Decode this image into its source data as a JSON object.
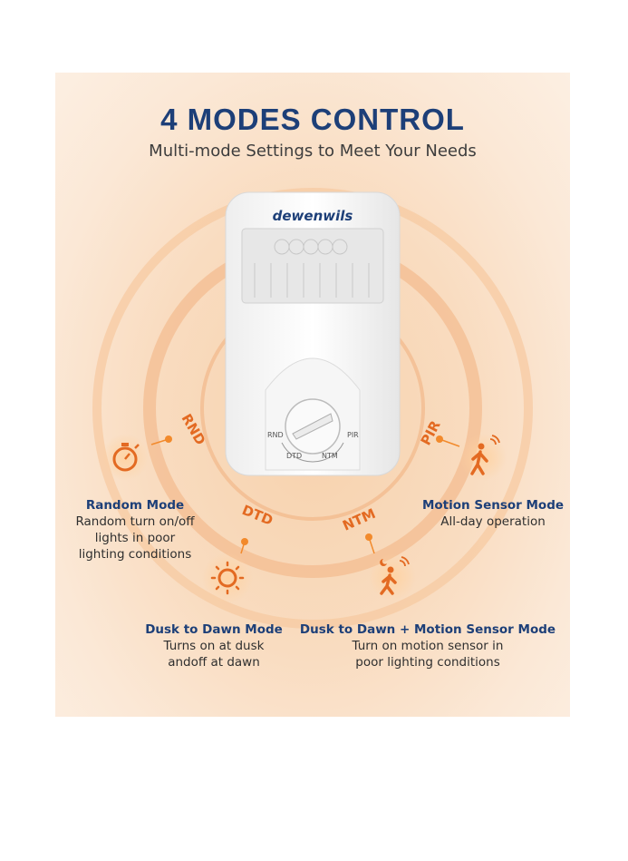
{
  "header": {
    "title": "4 MODES CONTROL",
    "subtitle": "Multi-mode Settings to Meet Your Needs"
  },
  "device": {
    "brand": "dewenwils",
    "dial_labels": {
      "rnd": "RND",
      "pir": "PIR",
      "dtd": "DTD",
      "ntm": "NTM"
    }
  },
  "tags": {
    "rnd": "RND",
    "dtd": "DTD",
    "ntm": "NTM",
    "pir": "PIR"
  },
  "modes": {
    "random": {
      "name": "Random Mode",
      "desc": "Random turn on/off\nlights in poor\nlighting conditions",
      "icon": "stopwatch-icon"
    },
    "motion": {
      "name": "Motion Sensor Mode",
      "desc": "All-day operation",
      "icon": "walking-person-motion-icon"
    },
    "dusk_dawn": {
      "name": "Dusk to Dawn Mode",
      "desc": "Turns on at dusk\nandoff at dawn",
      "icon": "sun-moon-icon"
    },
    "dusk_dawn_motion": {
      "name": "Dusk to Dawn + Motion Sensor Mode",
      "desc": "Turn on motion sensor in\npoor lighting conditions",
      "icon": "walking-person-night-icon"
    }
  },
  "colors": {
    "title": "#1d3f78",
    "accent": "#e36a22",
    "background": "#f9dcc0"
  }
}
